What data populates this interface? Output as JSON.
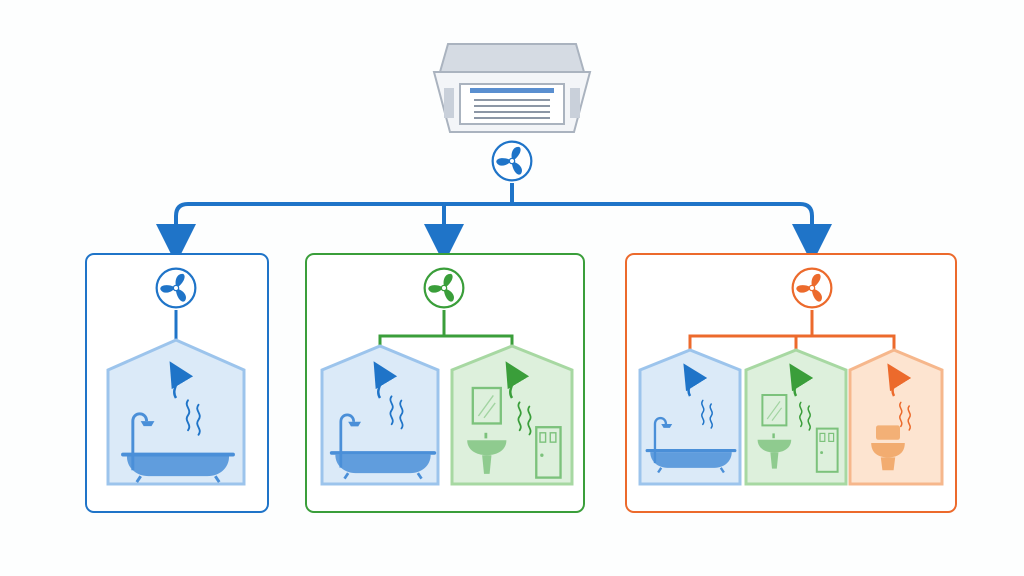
{
  "colors": {
    "blue": "#1f74c8",
    "blue_fill": "#dbeaf8",
    "blue_light": "#9cc4ec",
    "green": "#3a9e3a",
    "green_fill": "#ddf0dc",
    "green_light": "#a7d8a2",
    "orange": "#ec6a2c",
    "orange_fill": "#fde4d0",
    "orange_light": "#f6b78c",
    "unit_body": "#eef1f5",
    "unit_stroke": "#aab3bf"
  },
  "diagram": {
    "source_unit": "ceiling-cassette-unit-icon",
    "central_fan": "fan-icon",
    "zones": [
      {
        "id": "zone-1",
        "color": "blue",
        "rooms": [
          "bathroom"
        ]
      },
      {
        "id": "zone-2",
        "color": "green",
        "rooms": [
          "bathroom",
          "washroom"
        ]
      },
      {
        "id": "zone-3",
        "color": "orange",
        "rooms": [
          "bathroom",
          "washroom",
          "toilet-room"
        ]
      }
    ]
  }
}
